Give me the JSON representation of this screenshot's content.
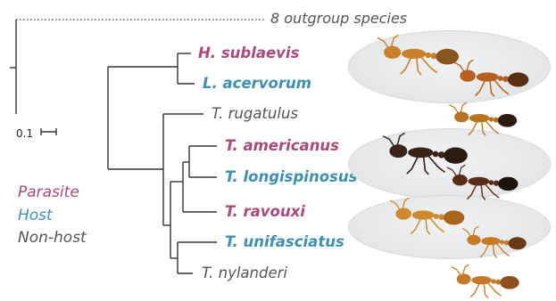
{
  "colors": {
    "parasite": "#a84a7a",
    "host": "#3f8fb0",
    "nonhost": "#555555"
  },
  "outgroup_label": "8 outgroup species",
  "scale_label": "0.1",
  "taxa": [
    {
      "id": "h-sublaevis",
      "name": "H. sublaevis",
      "role": "parasite"
    },
    {
      "id": "l-acervorum",
      "name": "L. acervorum",
      "role": "host"
    },
    {
      "id": "t-rugatulus",
      "name": "T. rugatulus",
      "role": "nonhost"
    },
    {
      "id": "t-americanus",
      "name": "T. americanus",
      "role": "parasite"
    },
    {
      "id": "t-longispinosus",
      "name": "T. longispinosus",
      "role": "host"
    },
    {
      "id": "t-ravouxi",
      "name": "T. ravouxi",
      "role": "parasite"
    },
    {
      "id": "t-unifasciatus",
      "name": "T. unifasciatus",
      "role": "host"
    },
    {
      "id": "t-nylanderi",
      "name": "T. nylanderi",
      "role": "nonhost"
    }
  ],
  "legend": [
    {
      "label": "Parasite",
      "role": "parasite"
    },
    {
      "label": "Host",
      "role": "host"
    },
    {
      "label": "Non-host",
      "role": "nonhost"
    }
  ]
}
